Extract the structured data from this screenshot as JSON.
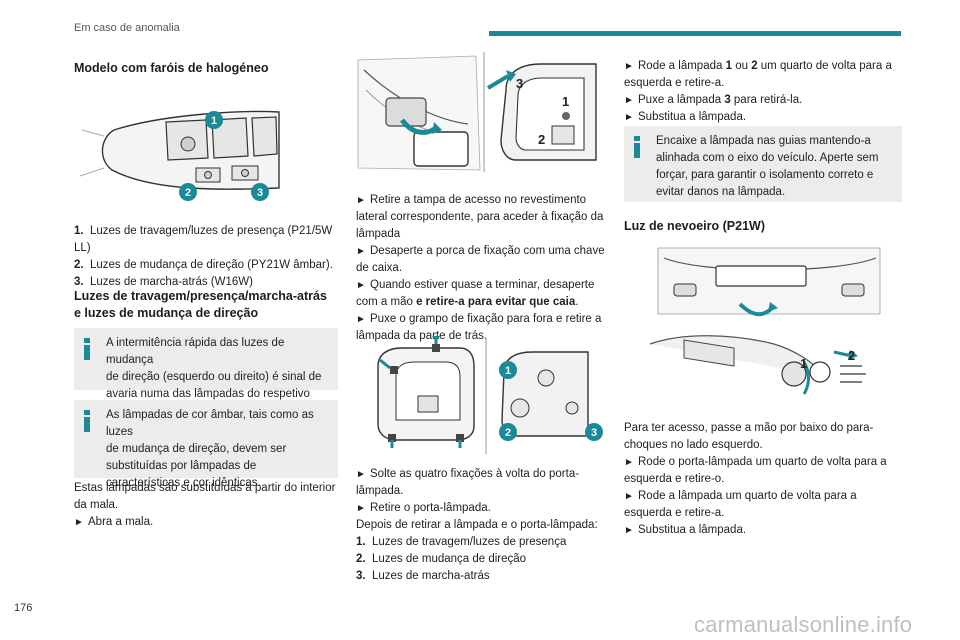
{
  "header": {
    "section_title": "Em caso de anomalia",
    "accent_color": "#1a8a98"
  },
  "col1": {
    "heading_main": "Modelo com faróis de halogéneo",
    "figure_labels": [
      "1",
      "2",
      "3"
    ],
    "list": [
      {
        "num": "1.",
        "text": "Luzes de travagem/luzes de presença (P21/5W LL)"
      },
      {
        "num": "2.",
        "text": "Luzes de mudança de direção (PY21W âmbar)."
      },
      {
        "num": "3.",
        "text": "Luzes de marcha-atrás (W16W)"
      }
    ],
    "heading_sub": "Luzes de travagem/presença/marcha-atrás e luzes de mudança de direção",
    "info1": {
      "line1": "A intermitência rápida das luzes de mudança",
      "rest": "de direção (esquerdo ou direito) é sinal de avaria numa das lâmpadas do respetivo lado."
    },
    "info2": {
      "line1": "As lâmpadas de cor âmbar, tais como as luzes",
      "rest": "de mudança de direção, devem ser substituídas por lâmpadas de características e cor idênticas."
    },
    "para": "Estas lâmpadas são substituídas a partir do interior da mala.",
    "step": "Abra a mala."
  },
  "col2": {
    "fig1_labels": [
      "3",
      "1",
      "2"
    ],
    "steps_a": [
      {
        "text": "Retire a tampa de acesso no revestimento lateral correspondente, para aceder à fixação da lâmpada"
      },
      {
        "text": "Desaperte a porca de fixação com uma chave de caixa."
      },
      {
        "text_plain": "Quando estiver quase a terminar, desaperte com a mão ",
        "text_bold": "e retire-a para evitar que caia",
        "text_end": "."
      },
      {
        "text": "Puxe o grampo de fixação para fora e retire a lâmpada da parte de trás."
      }
    ],
    "fig2_labels": [
      "1",
      "2",
      "3"
    ],
    "steps_b": [
      {
        "text": "Solte as quatro fixações à volta do porta-lâmpada."
      },
      {
        "text": "Retire o porta-lâmpada."
      }
    ],
    "para": "Depois de retirar a lâmpada e o porta-lâmpada:",
    "list": [
      {
        "num": "1.",
        "text": "Luzes de travagem/luzes de presença"
      },
      {
        "num": "2.",
        "text": "Luzes de mudança de direção"
      },
      {
        "num": "3.",
        "text": "Luzes de marcha-atrás"
      }
    ]
  },
  "col3": {
    "step1_a": "Rode a lâmpada ",
    "step1_b": "1",
    "step1_c": " ou ",
    "step1_d": "2",
    "step1_e": " um quarto de volta para a esquerda e retire-a.",
    "step2_a": "Puxe a lâmpada ",
    "step2_b": "3",
    "step2_c": " para retirá-la.",
    "step3": "Substitua a lâmpada.",
    "info": {
      "line1": "Encaixe a lâmpada nas guias mantendo-a",
      "rest": "alinhada com o eixo do veículo. Aperte sem forçar, para garantir o isolamento correto e evitar danos na lâmpada."
    },
    "heading": "Luz de nevoeiro (P21W)",
    "fig_labels": [
      "1",
      "2"
    ],
    "para": "Para ter acesso, passe a mão por baixo do para-choques no lado esquerdo.",
    "steps": [
      {
        "text": "Rode o porta-lâmpada um quarto de volta para a esquerda e retire-o."
      },
      {
        "text": "Rode a lâmpada um quarto de volta para a esquerda e retire-a."
      },
      {
        "text": "Substitua a lâmpada."
      }
    ]
  },
  "footer": {
    "page_number": "176",
    "watermark": "carmanualsonline.info"
  },
  "icons": {
    "step_arrow": "►"
  }
}
